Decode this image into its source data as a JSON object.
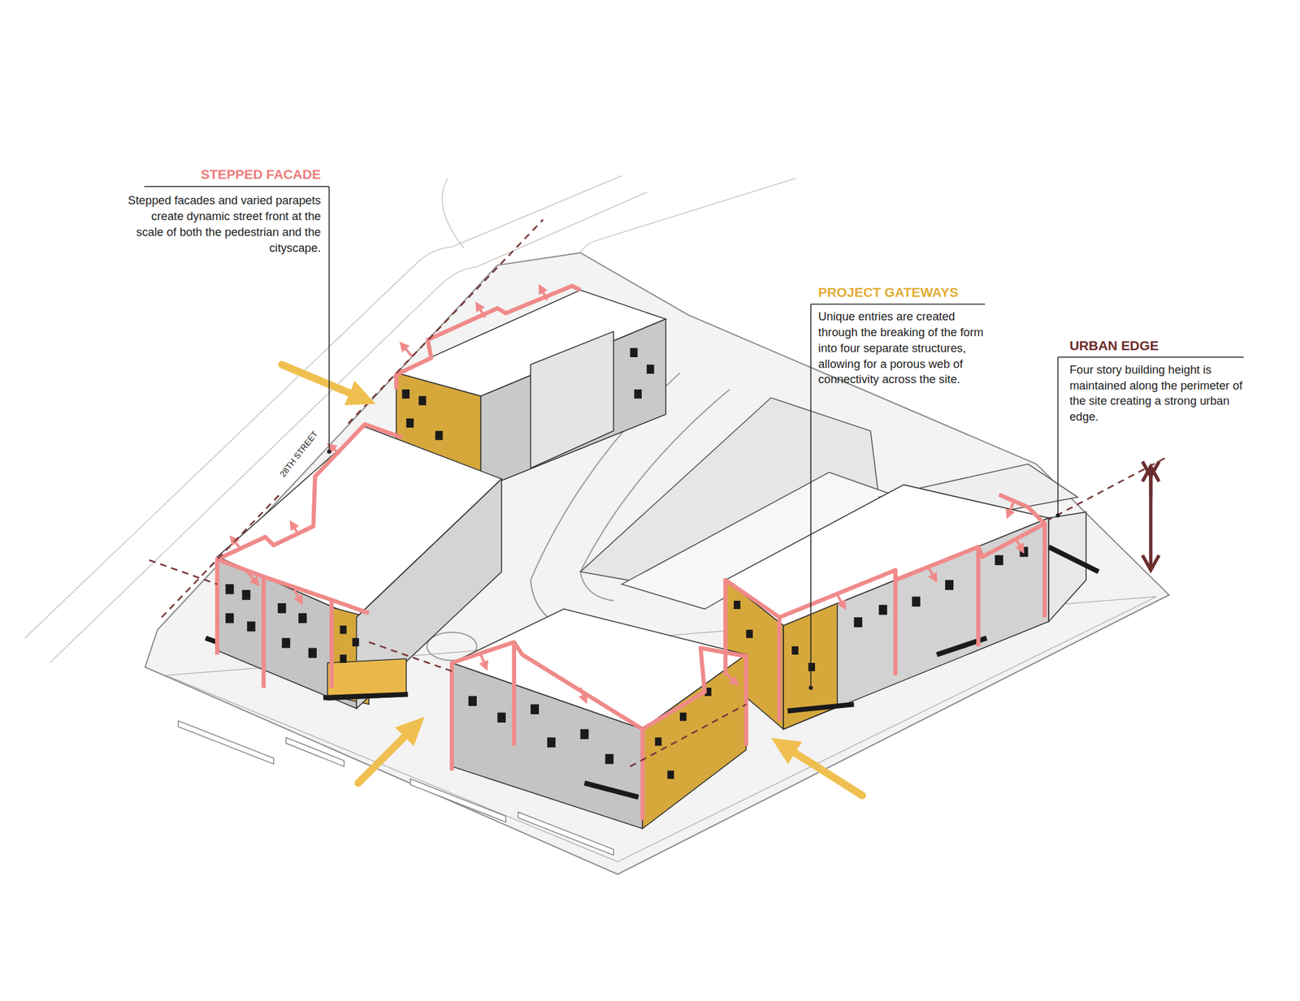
{
  "diagram": {
    "labels": [
      "STEPPED FACADE",
      "Stepped facades and varied parapets create dynamic street front at the scale of both the pedestrian and the cityscape.",
      "PROJECT GATEWAYS",
      "Unique entries are created through the breaking of the form into four separate structures, allowing for a porous web of connectivity across the site.",
      "URBAN EDGE",
      "Four story building height is maintained along the perimeter of the site creating a strong urban edge.",
      "28TH STREET"
    ]
  }
}
